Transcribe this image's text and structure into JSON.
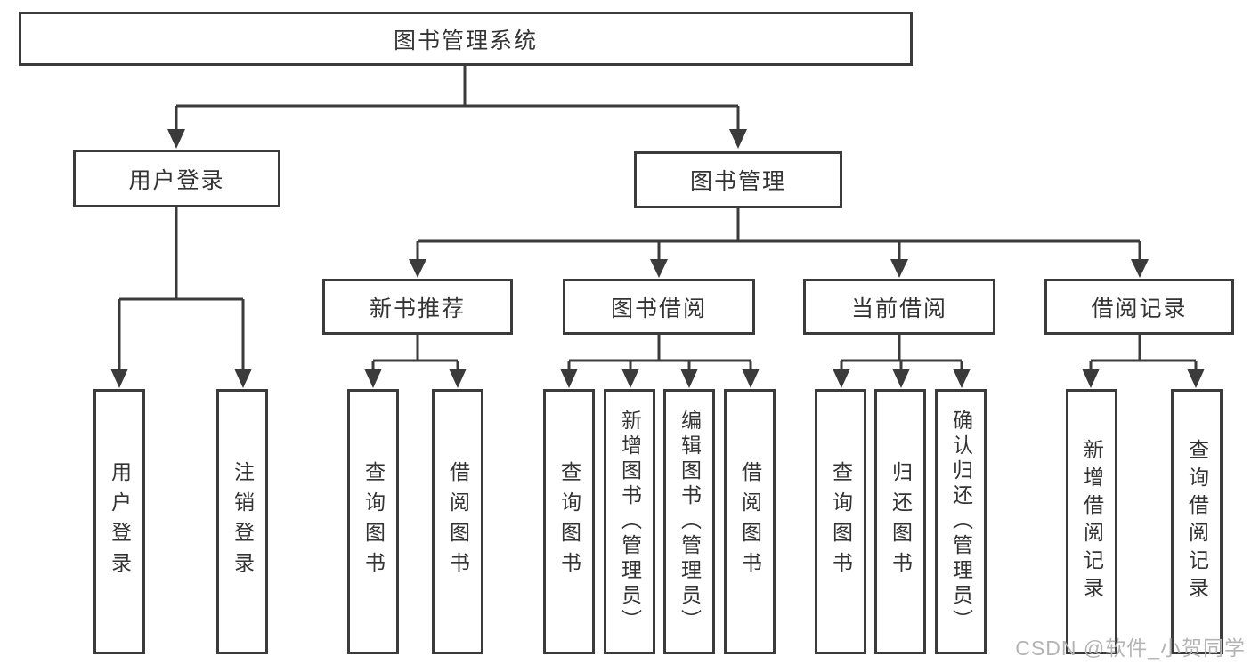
{
  "diagram": {
    "root": {
      "label": "图书管理系统"
    },
    "user_branch": {
      "label": "用户登录",
      "children": [
        {
          "label": "用户登录"
        },
        {
          "label": "注销登录"
        }
      ]
    },
    "book_branch": {
      "label": "图书管理",
      "groups": [
        {
          "label": "新书推荐",
          "children": [
            {
              "label": "查询图书"
            },
            {
              "label": "借阅图书"
            }
          ]
        },
        {
          "label": "图书借阅",
          "children": [
            {
              "label": "查询图书"
            },
            {
              "label": "新增图书（管理员）"
            },
            {
              "label": "编辑图书（管理员）"
            },
            {
              "label": "借阅图书"
            }
          ]
        },
        {
          "label": "当前借阅",
          "children": [
            {
              "label": "查询图书"
            },
            {
              "label": "归还图书"
            },
            {
              "label": "确认归还（管理员）"
            }
          ]
        },
        {
          "label": "借阅记录",
          "children": [
            {
              "label": "新增借阅记录"
            },
            {
              "label": "查询借阅记录"
            }
          ]
        }
      ]
    },
    "watermark": "CSDN @软件_小贺同学"
  },
  "colors": {
    "line": "#3b3b3b",
    "text": "#333333",
    "watermark": "#b4b4b4",
    "background": "#ffffff"
  }
}
